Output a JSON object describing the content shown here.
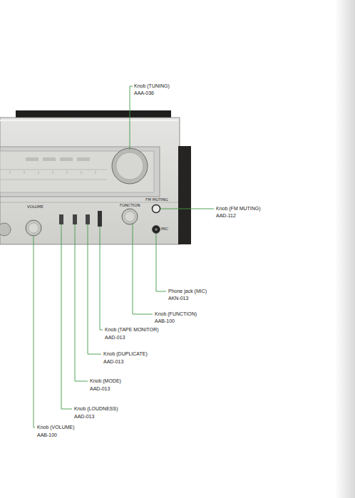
{
  "diagram": {
    "labels": [
      "Knob (TUNING)",
      "AAA-036",
      "Knob (FM MUTING)",
      "AAD-112",
      "Phone jack (MIC)",
      "AKN-013",
      "Knob (FUNCTION)",
      "AAB-100",
      "Knob (TAPE MONITOR)",
      "AAD-013",
      "Knob (DUPLICATE)",
      "AAD-013",
      "Knob (MODE)",
      "AAD-013",
      "Knob (LOUDNESS)",
      "AAD-013",
      "Knob (VOLUME)",
      "AAB-100",
      "VOLUME",
      "FUNCTION",
      "FM MUTING",
      "MIC"
    ]
  }
}
